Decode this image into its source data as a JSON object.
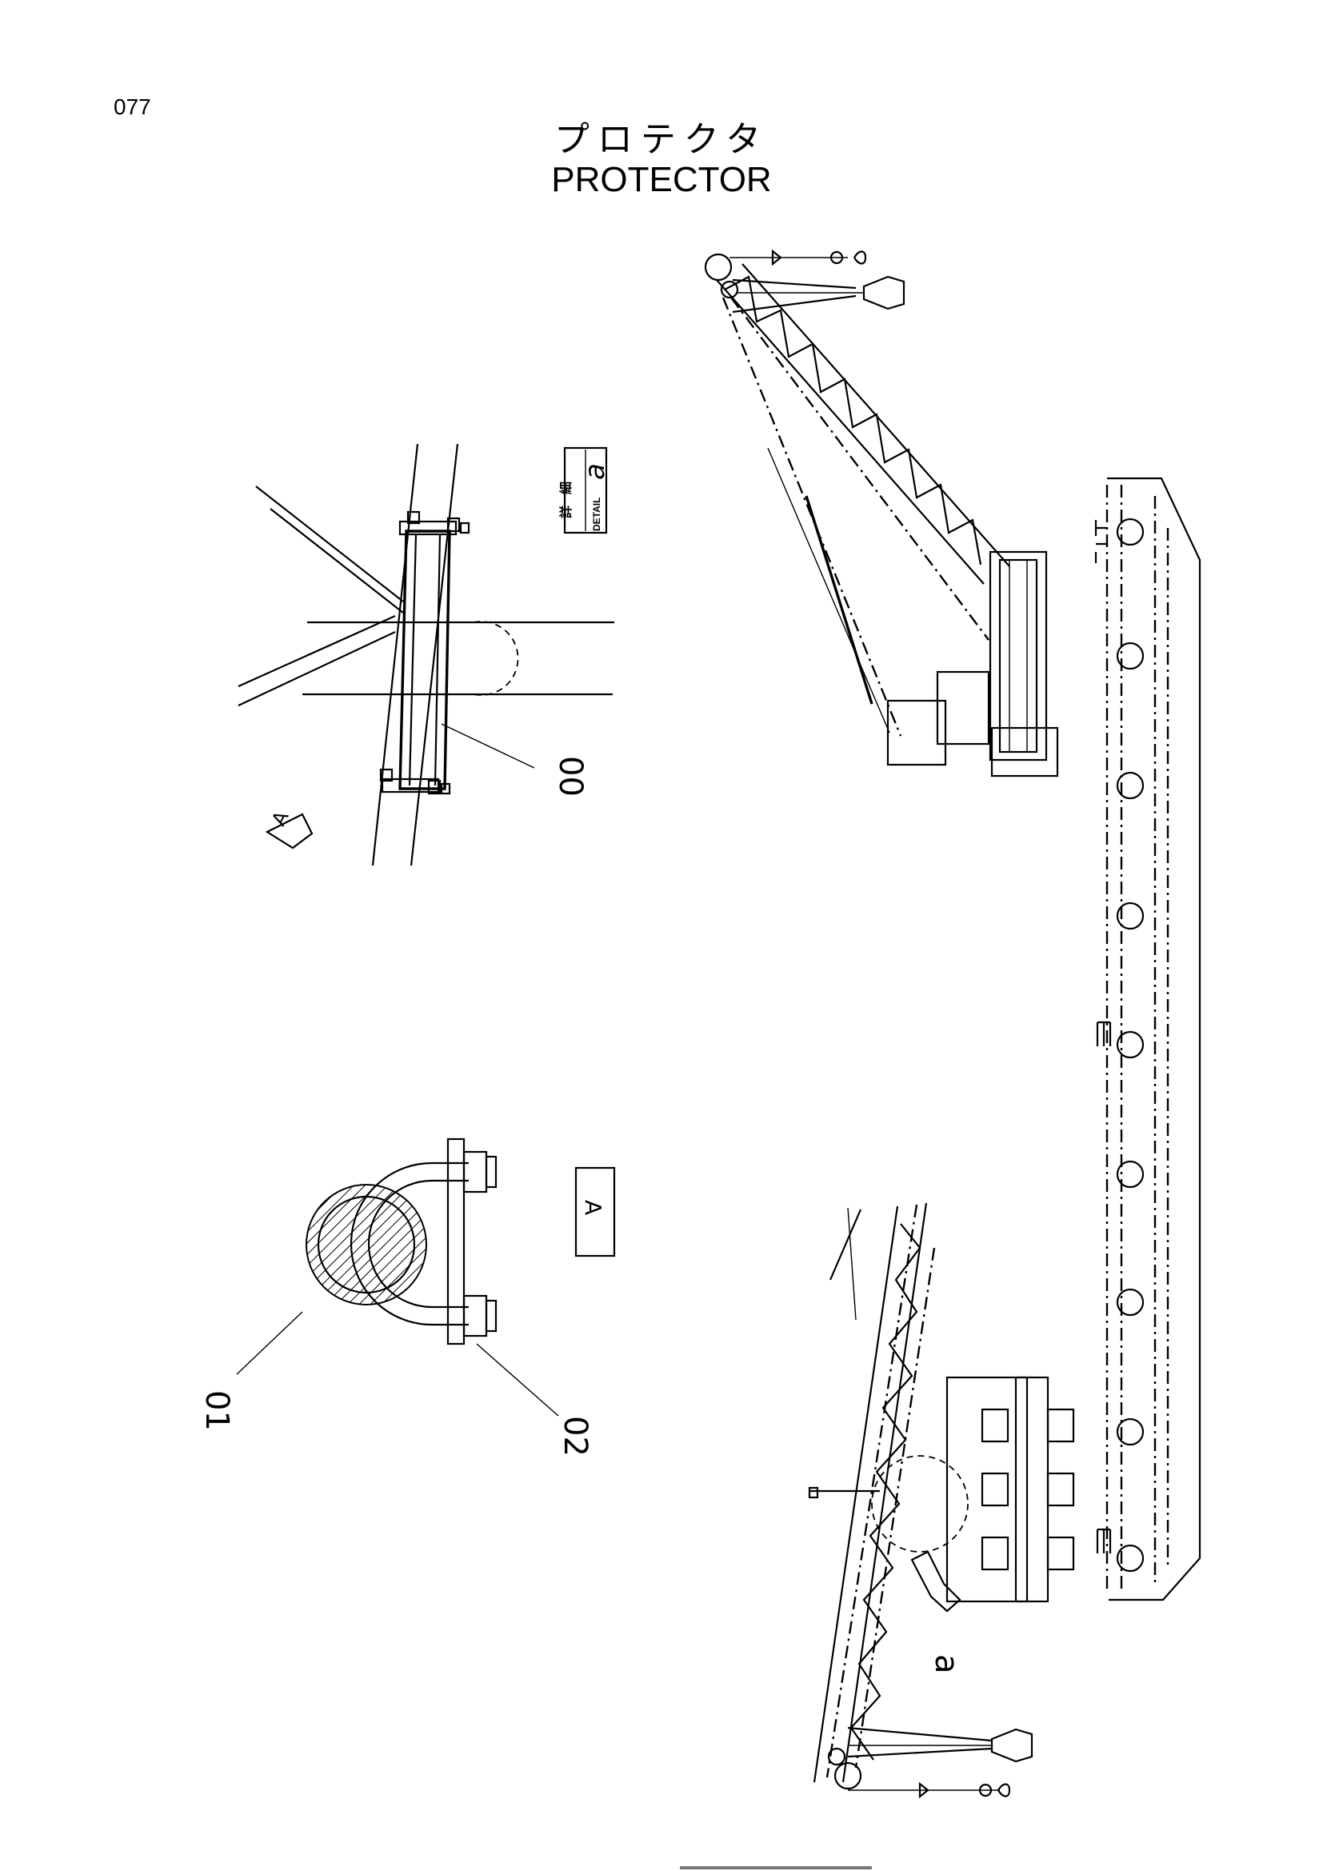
{
  "page_number": "077",
  "title_jp": "プロテクタ",
  "title_en": "PROTECTOR",
  "detail": {
    "kanji_1": "詳",
    "kanji_2": "細",
    "label": "DETAIL",
    "letter": "a"
  },
  "view_arrow_label": "A",
  "view_box_label": "A",
  "callouts": {
    "c00": "00",
    "c01": "01",
    "c02": "02",
    "ca": "a"
  }
}
